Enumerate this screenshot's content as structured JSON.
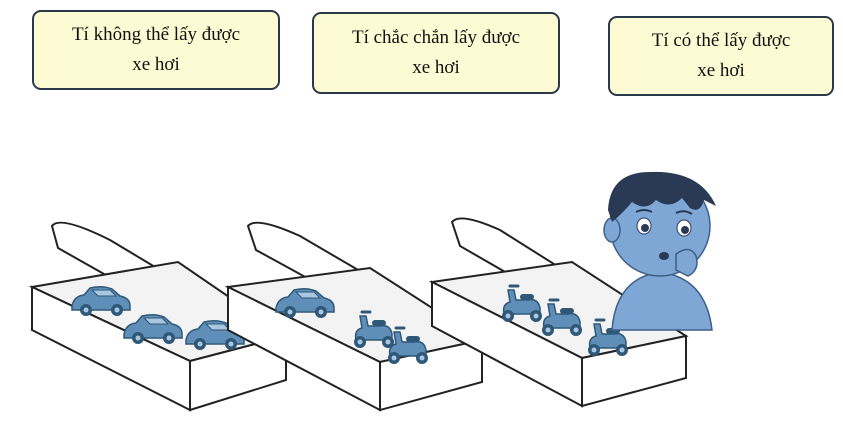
{
  "labels": [
    {
      "line1": "Tí không thể lấy được",
      "line2": "xe hơi"
    },
    {
      "line1": "Tí chắc chắn lấy được",
      "line2": "xe hơi"
    },
    {
      "line1": "Tí có thể lấy được",
      "line2": "xe hơi"
    }
  ],
  "colors": {
    "box_fill": "#fdfbd3",
    "box_border": "#2b3a4a",
    "toy": "#5f8fb8",
    "toy_dark": "#2f5878",
    "boy_skin": "#7ea7d6",
    "boy_hair": "#2a3a55"
  },
  "icons": [
    "car-icon",
    "scooter-icon",
    "boy-figure"
  ]
}
